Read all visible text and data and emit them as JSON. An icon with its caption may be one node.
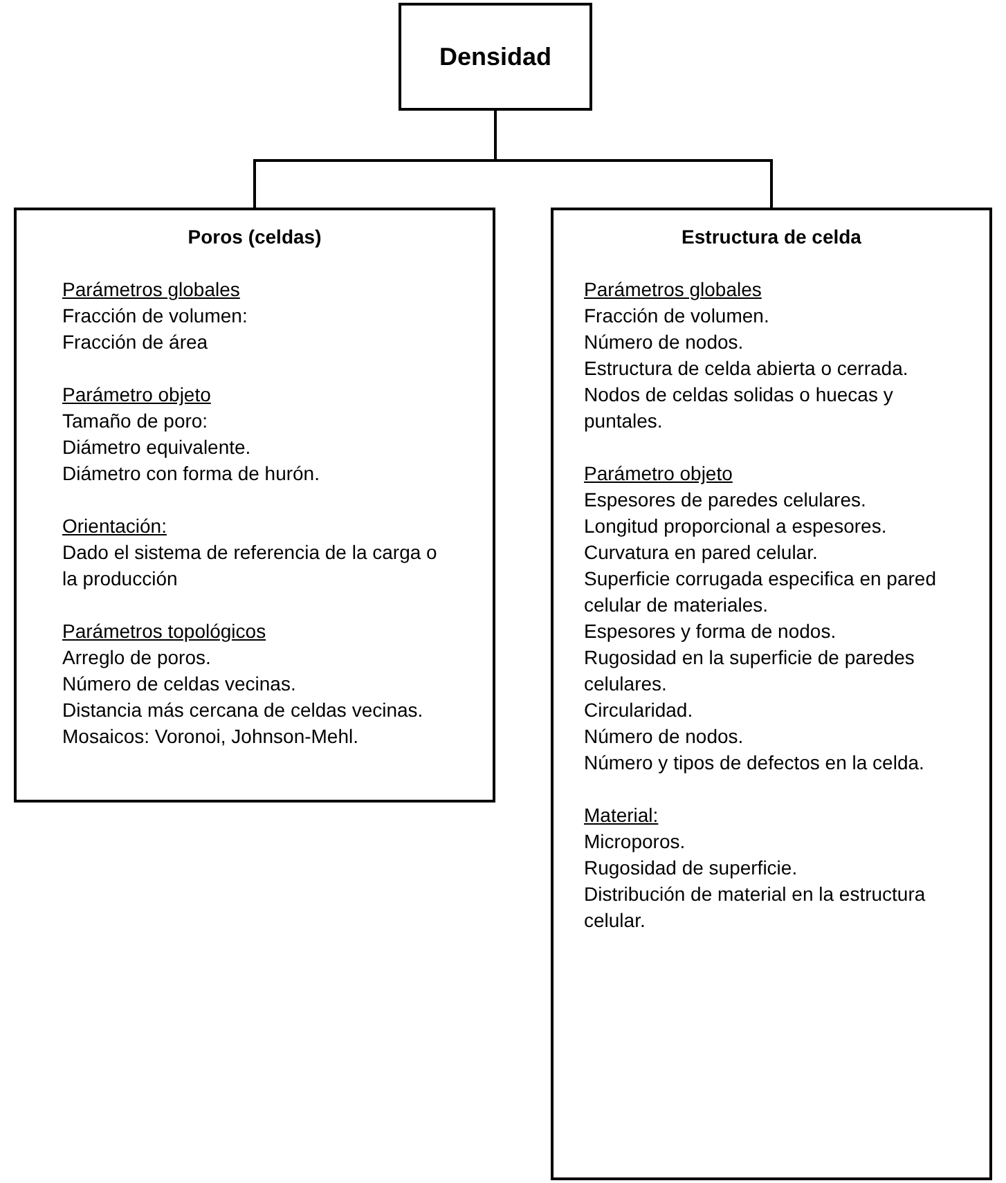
{
  "diagram": {
    "nodes": [
      {
        "text": [
          "Densidad"
        ]
      },
      {
        "text": [
          "Poros (celdas)",
          "Parámetros globales",
          "Fracción de volumen:",
          "Fracción de área",
          "Parámetro objeto",
          "Tamaño de poro:",
          "Diámetro equivalente.",
          "Diámetro con forma de hurón.",
          "Orientación:",
          "Dado el sistema de referencia de la carga o la producción",
          "Parámetros topológicos",
          "Arreglo de poros.",
          "Número de celdas vecinas.",
          "Distancia más cercana de celdas vecinas.",
          "Mosaicos: Voronoi, Johnson-Mehl."
        ]
      },
      {
        "text": [
          "Estructura de celda",
          "Parámetros globales",
          "Fracción de volumen.",
          "Número de nodos.",
          "Estructura de celda abierta o cerrada.",
          "Nodos de celdas solidas o huecas y puntales.",
          "Parámetro objeto",
          "Espesores de paredes celulares.",
          "Longitud proporcional a espesores.",
          "Curvatura en pared celular.",
          "Superficie corrugada especifica en pared celular de materiales.",
          "Espesores y forma de nodos.",
          "Rugosidad en la superficie de paredes celulares.",
          "Circularidad.",
          "Número de nodos.",
          "Número y tipos de defectos en la celda.",
          "Material:",
          "Microporos.",
          "Rugosidad de superficie.",
          "Distribución de material en la estructura celular."
        ]
      }
    ],
    "edges": [
      {
        "from": 0,
        "to": 1,
        "arrow": "none"
      },
      {
        "from": 0,
        "to": 2,
        "arrow": "none"
      }
    ]
  }
}
